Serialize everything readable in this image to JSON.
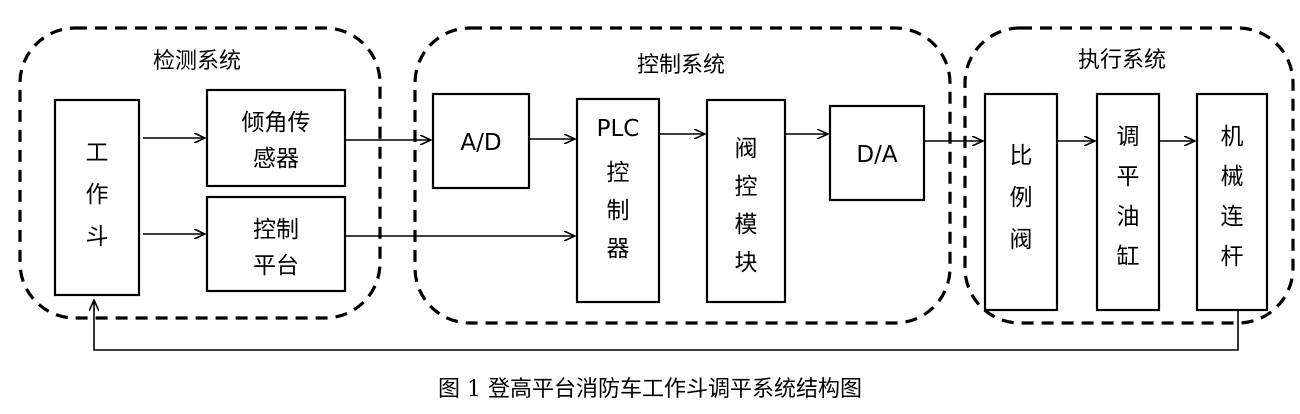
{
  "groups": {
    "detection": "检测系统",
    "control": "控制系统",
    "execution": "执行系统"
  },
  "blocks": {
    "bucket": [
      "工",
      "作",
      "斗"
    ],
    "tilt_sensor": [
      "倾角传",
      "感器"
    ],
    "control_platform": [
      "控制",
      "平台"
    ],
    "ad": [
      "A/D"
    ],
    "plc": [
      "PLC",
      "控",
      "制",
      "器"
    ],
    "valve_module": [
      "阀",
      "控",
      "模",
      "块"
    ],
    "da": [
      "D/A"
    ],
    "prop_valve": [
      "比",
      "例",
      "阀"
    ],
    "cylinder": [
      "调",
      "平",
      "油",
      "缸"
    ],
    "linkage": [
      "机",
      "械",
      "连",
      "杆"
    ]
  },
  "caption": "图 1  登高平台消防车工作斗调平系统结构图"
}
